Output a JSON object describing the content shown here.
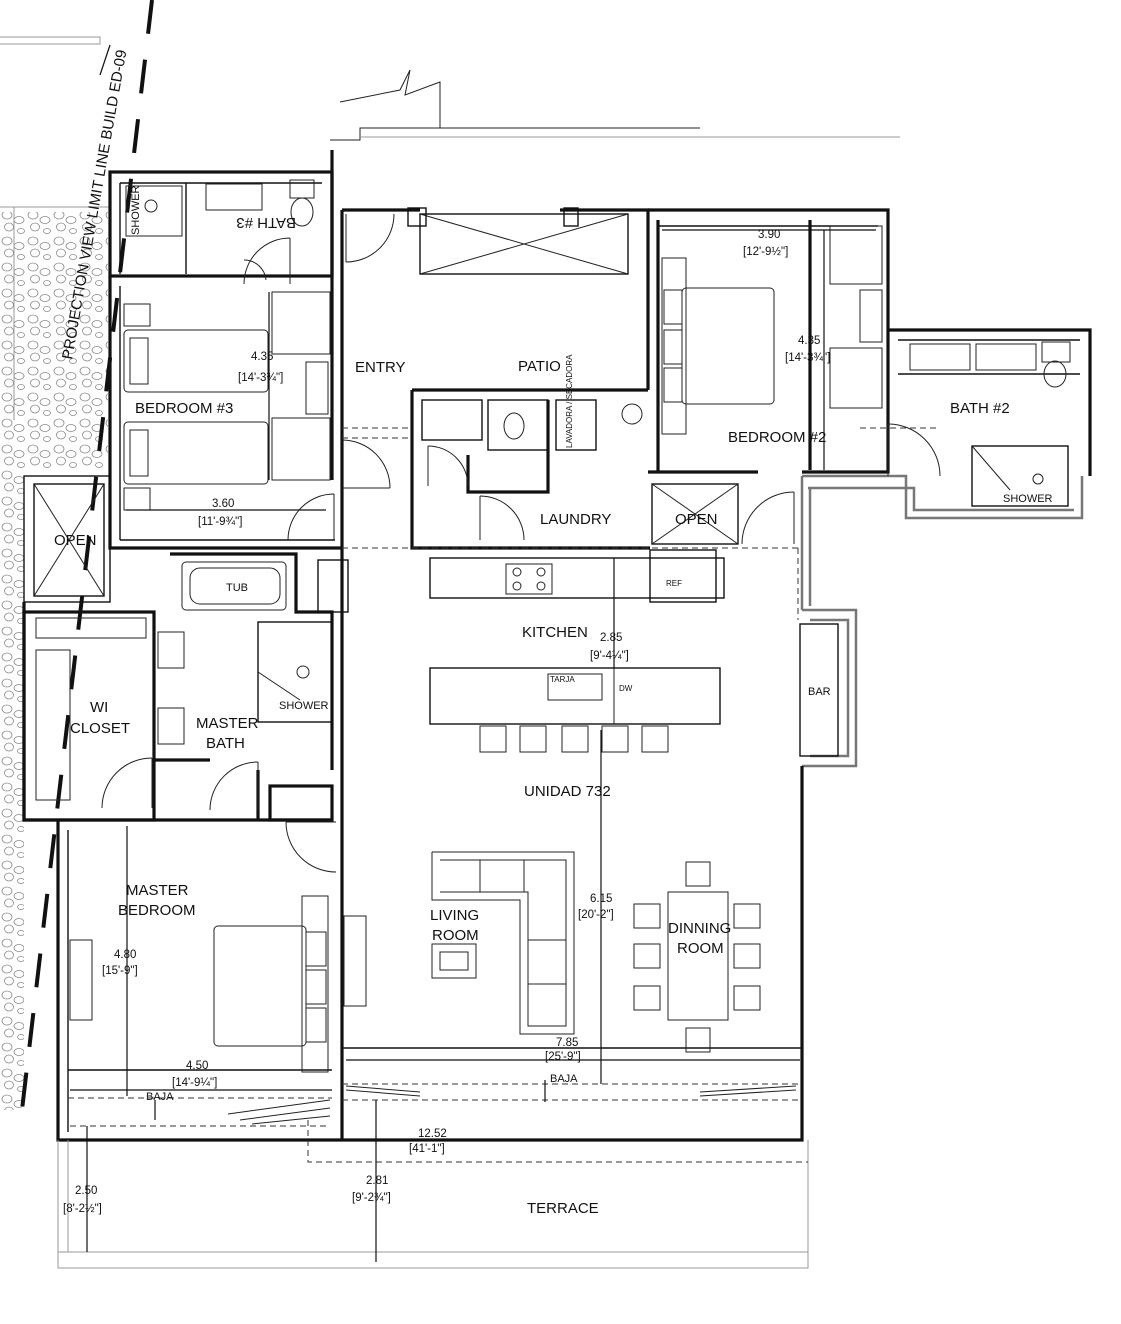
{
  "projection_label": "PROJECTION VIEW LIMIT LINE BUILD ED-09",
  "unit_label": "UNIDAD 732",
  "rooms": {
    "bath3": "BATH #3",
    "shower_bath3": "SHOWER",
    "bedroom3": "BEDROOM  #3",
    "entry": "ENTRY",
    "patio": "PATIO",
    "laundry": "LAUNDRY",
    "lavadora": "LAVADORA / SECADORA",
    "open_left": "OPEN",
    "open_center": "OPEN",
    "bedroom2": "BEDROOM  #2",
    "bath2": "BATH  #2",
    "shower_bath2": "SHOWER",
    "tub": "TUB",
    "kitchen": "KITCHEN",
    "ref": "REF",
    "tarja": "TARJA",
    "dw": "DW",
    "bar": "BAR",
    "wi_closet_1": "WI",
    "wi_closet_2": "CLOSET",
    "master_bath_1": "MASTER",
    "master_bath_2": "BATH",
    "shower_master": "SHOWER",
    "master_bedroom_1": "MASTER",
    "master_bedroom_2": "BEDROOM",
    "living_1": "LIVING",
    "living_2": "ROOM",
    "dinning_1": "DINNING",
    "dinning_2": "ROOM",
    "terrace": "TERRACE",
    "baja_left": "BAJA",
    "baja_right": "BAJA"
  },
  "dimensions": {
    "bedroom3_depth_m": "4.35",
    "bedroom3_depth_ft": "[14'-3¾\"]",
    "bedroom3_width_m": "3.60",
    "bedroom3_width_ft": "[11'-9¾\"]",
    "bedroom2_width_m": "3.90",
    "bedroom2_width_ft": "[12'-9½\"]",
    "bedroom2_depth_m": "4.35",
    "bedroom2_depth_ft": "[14'-3¾\"]",
    "kitchen_m": "2.85",
    "kitchen_ft": "[9'-4¼\"]",
    "living_depth_m": "6.15",
    "living_depth_ft": "[20'-2\"]",
    "living_width_m": "7.85",
    "living_width_ft": "[25'-9\"]",
    "master_depth_m": "4.80",
    "master_depth_ft": "[15'-9\"]",
    "master_width_m": "4.50",
    "master_width_ft": "[14'-9¼\"]",
    "total_width_m": "12.52",
    "total_width_ft": "[41'-1\"]",
    "terrace_left_m": "2.50",
    "terrace_left_ft": "[8'-2½\"]",
    "terrace_center_m": "2.81",
    "terrace_center_ft": "[9'-2¾\"]"
  }
}
